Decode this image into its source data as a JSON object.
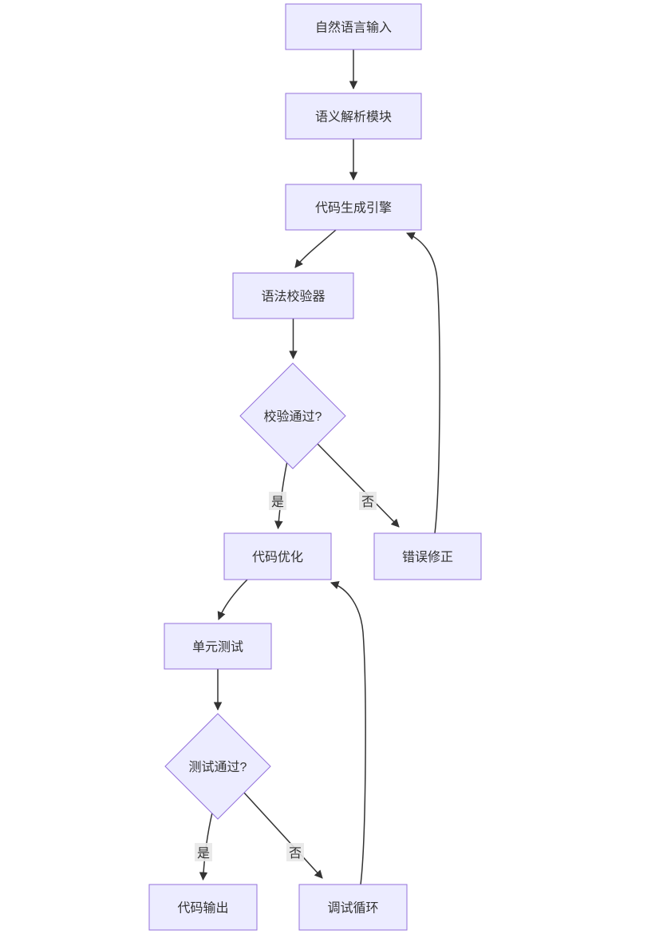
{
  "diagram": {
    "type": "flowchart",
    "direction": "top-down",
    "colors": {
      "node_fill": "#ECECFF",
      "node_border": "#9370DB",
      "edge_color": "#333333",
      "text_color": "#333333",
      "edge_label_background": "#e8e8e8",
      "page_background": "#ffffff"
    },
    "nodes": [
      {
        "id": "input",
        "shape": "rect",
        "label": "自然语言输入"
      },
      {
        "id": "semantic",
        "shape": "rect",
        "label": "语义解析模块"
      },
      {
        "id": "codegen",
        "shape": "rect",
        "label": "代码生成引擎"
      },
      {
        "id": "syntax",
        "shape": "rect",
        "label": "语法校验器"
      },
      {
        "id": "check",
        "shape": "diamond",
        "label": "校验通过?"
      },
      {
        "id": "optimize",
        "shape": "rect",
        "label": "代码优化"
      },
      {
        "id": "errorfix",
        "shape": "rect",
        "label": "错误修正"
      },
      {
        "id": "unittest",
        "shape": "rect",
        "label": "单元测试"
      },
      {
        "id": "testpass",
        "shape": "diamond",
        "label": "测试通过?"
      },
      {
        "id": "output",
        "shape": "rect",
        "label": "代码输出"
      },
      {
        "id": "debug",
        "shape": "rect",
        "label": "调试循环"
      }
    ],
    "edges": [
      {
        "from": "input",
        "to": "semantic",
        "label": ""
      },
      {
        "from": "semantic",
        "to": "codegen",
        "label": ""
      },
      {
        "from": "codegen",
        "to": "syntax",
        "label": ""
      },
      {
        "from": "syntax",
        "to": "check",
        "label": ""
      },
      {
        "from": "check",
        "to": "optimize",
        "label": "是"
      },
      {
        "from": "check",
        "to": "errorfix",
        "label": "否"
      },
      {
        "from": "errorfix",
        "to": "codegen",
        "label": ""
      },
      {
        "from": "optimize",
        "to": "unittest",
        "label": ""
      },
      {
        "from": "unittest",
        "to": "testpass",
        "label": ""
      },
      {
        "from": "testpass",
        "to": "output",
        "label": "是"
      },
      {
        "from": "testpass",
        "to": "debug",
        "label": "否"
      },
      {
        "from": "debug",
        "to": "optimize",
        "label": ""
      }
    ]
  }
}
